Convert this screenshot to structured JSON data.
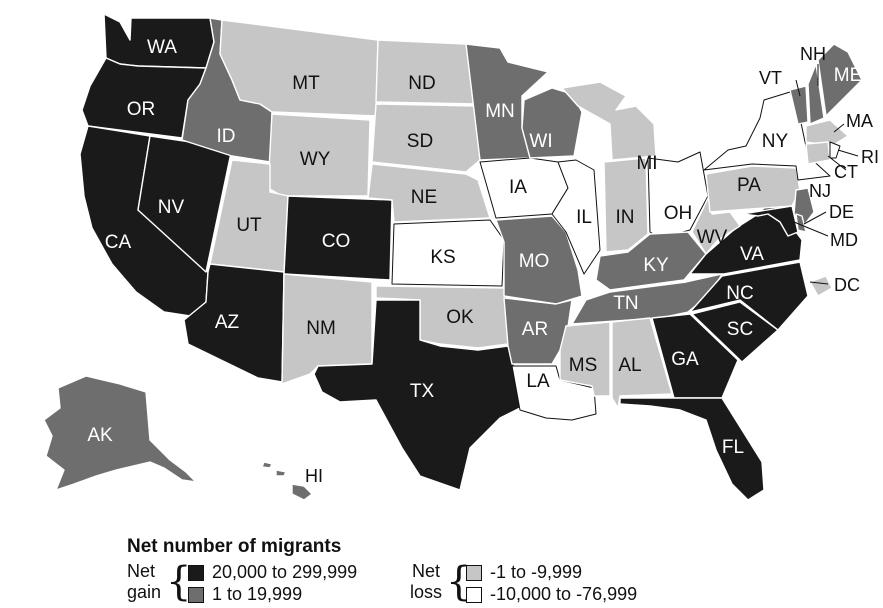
{
  "colors": {
    "gain_high": "#1a1a1a",
    "gain_low": "#6e6e6e",
    "loss_low": "#c6c6c6",
    "loss_high": "#ffffff",
    "outline": "#111111"
  },
  "states": {
    "WA": {
      "label": "WA",
      "category": "gain_high"
    },
    "OR": {
      "label": "OR",
      "category": "gain_high"
    },
    "CA": {
      "label": "CA",
      "category": "gain_high"
    },
    "NV": {
      "label": "NV",
      "category": "gain_high"
    },
    "ID": {
      "label": "ID",
      "category": "gain_low"
    },
    "MT": {
      "label": "MT",
      "category": "loss_low"
    },
    "WY": {
      "label": "WY",
      "category": "loss_low"
    },
    "UT": {
      "label": "UT",
      "category": "loss_low"
    },
    "AZ": {
      "label": "AZ",
      "category": "gain_high"
    },
    "CO": {
      "label": "CO",
      "category": "gain_high"
    },
    "NM": {
      "label": "NM",
      "category": "loss_low"
    },
    "ND": {
      "label": "ND",
      "category": "loss_low"
    },
    "SD": {
      "label": "SD",
      "category": "loss_low"
    },
    "NE": {
      "label": "NE",
      "category": "loss_low"
    },
    "KS": {
      "label": "KS",
      "category": "loss_high"
    },
    "OK": {
      "label": "OK",
      "category": "loss_low"
    },
    "TX": {
      "label": "TX",
      "category": "gain_high"
    },
    "MN": {
      "label": "MN",
      "category": "gain_low"
    },
    "IA": {
      "label": "IA",
      "category": "loss_high"
    },
    "MO": {
      "label": "MO",
      "category": "gain_low"
    },
    "AR": {
      "label": "AR",
      "category": "gain_low"
    },
    "LA": {
      "label": "LA",
      "category": "loss_high"
    },
    "WI": {
      "label": "WI",
      "category": "gain_low"
    },
    "IL": {
      "label": "IL",
      "category": "loss_high"
    },
    "MI": {
      "label": "MI",
      "category": "loss_low"
    },
    "IN": {
      "label": "IN",
      "category": "loss_low"
    },
    "OH": {
      "label": "OH",
      "category": "loss_high"
    },
    "KY": {
      "label": "KY",
      "category": "gain_low"
    },
    "TN": {
      "label": "TN",
      "category": "gain_low"
    },
    "MS": {
      "label": "MS",
      "category": "loss_low"
    },
    "AL": {
      "label": "AL",
      "category": "loss_low"
    },
    "GA": {
      "label": "GA",
      "category": "gain_high"
    },
    "FL": {
      "label": "FL",
      "category": "gain_high"
    },
    "SC": {
      "label": "SC",
      "category": "gain_high"
    },
    "NC": {
      "label": "NC",
      "category": "gain_high"
    },
    "VA": {
      "label": "VA",
      "category": "gain_high"
    },
    "WV": {
      "label": "WV",
      "category": "loss_low"
    },
    "PA": {
      "label": "PA",
      "category": "loss_low"
    },
    "NY": {
      "label": "NY",
      "category": "loss_high"
    },
    "VT": {
      "label": "VT",
      "category": "gain_low"
    },
    "NH": {
      "label": "NH",
      "category": "gain_low"
    },
    "ME": {
      "label": "ME",
      "category": "gain_low"
    },
    "MA": {
      "label": "MA",
      "category": "loss_low"
    },
    "RI": {
      "label": "RI",
      "category": "loss_high"
    },
    "CT": {
      "label": "CT",
      "category": "loss_low"
    },
    "NJ": {
      "label": "NJ",
      "category": "gain_low"
    },
    "DE": {
      "label": "DE",
      "category": "gain_low"
    },
    "MD": {
      "label": "MD",
      "category": "gain_high"
    },
    "DC": {
      "label": "DC",
      "category": "loss_low"
    },
    "AK": {
      "label": "AK",
      "category": "gain_low"
    },
    "HI": {
      "label": "HI",
      "category": "gain_low"
    }
  },
  "legend": {
    "title": "Net number of migrants",
    "gain_label_1": "Net",
    "gain_label_2": "gain",
    "loss_label_1": "Net",
    "loss_label_2": "loss",
    "items": {
      "gain_high": "20,000 to 299,999",
      "gain_low": "1 to 19,999",
      "loss_low": "-1 to -9,999",
      "loss_high": "-10,000 to -76,999"
    }
  }
}
